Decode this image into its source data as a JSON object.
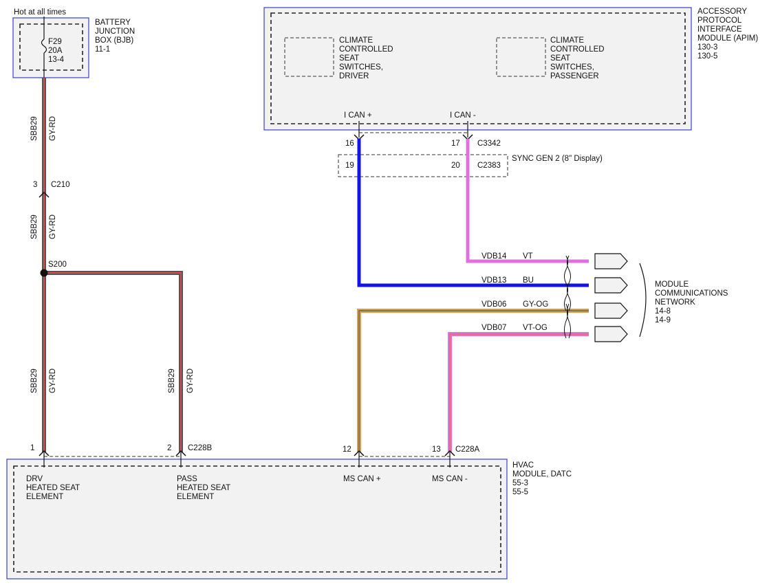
{
  "battery_box": {
    "hot_label": "Hot at all times",
    "fuse": [
      "F29",
      "20A",
      "13-4"
    ],
    "name": [
      "BATTERY",
      "JUNCTION",
      "BOX (BJB)",
      "11-1"
    ]
  },
  "apim": {
    "name": [
      "ACCESSORY",
      "PROTOCOL",
      "INTERFACE",
      "MODULE (APIM)",
      "130-3",
      "130-5"
    ],
    "switch_driver": [
      "CLIMATE",
      "CONTROLLED",
      "SEAT",
      "SWITCHES,",
      "DRIVER"
    ],
    "switch_passenger": [
      "CLIMATE",
      "CONTROLLED",
      "SEAT",
      "SWITCHES,",
      "PASSENGER"
    ],
    "can_plus": "I CAN +",
    "can_minus": "I CAN -"
  },
  "connectors": {
    "c3342": {
      "id": "C3342",
      "pin_a": "16",
      "pin_b": "17"
    },
    "c2383": {
      "id": "C2383",
      "pin_a": "19",
      "pin_b": "20",
      "desc": "SYNC GEN 2 (8\" Display)"
    },
    "c210": {
      "id": "C210",
      "pin": "3"
    },
    "s200": {
      "id": "S200"
    },
    "c228b": {
      "id": "C228B",
      "pin_a": "1",
      "pin_b": "2"
    },
    "c228a": {
      "id": "C228A",
      "pin_a": "12",
      "pin_b": "13"
    }
  },
  "wires": {
    "sbb29": {
      "circuit": "SBB29",
      "color": "GY-RD"
    },
    "vdb14": {
      "circuit": "VDB14",
      "color": "VT"
    },
    "vdb13": {
      "circuit": "VDB13",
      "color": "BU"
    },
    "vdb06": {
      "circuit": "VDB06",
      "color": "GY-OG"
    },
    "vdb07": {
      "circuit": "VDB07",
      "color": "VT-OG"
    }
  },
  "network": {
    "name": [
      "MODULE",
      "COMMUNICATIONS",
      "NETWORK",
      "14-8",
      "14-9"
    ]
  },
  "hvac": {
    "name": [
      "HVAC",
      "MODULE, DATC",
      "55-3",
      "55-5"
    ],
    "drv": [
      "DRV",
      "HEATED SEAT",
      "ELEMENT"
    ],
    "pass": [
      "PASS",
      "HEATED SEAT",
      "ELEMENT"
    ],
    "ms_can_plus": "MS CAN +",
    "ms_can_minus": "MS CAN -"
  },
  "colors": {
    "box_border": "#3b3bcc",
    "gy_rd_base": "#555555",
    "gy_rd_stripe": "#d94a4a",
    "blue": "#1414e6",
    "violet": "#e070e0",
    "orange": "#d9a040",
    "violet_og_stripe": "#e07060"
  }
}
